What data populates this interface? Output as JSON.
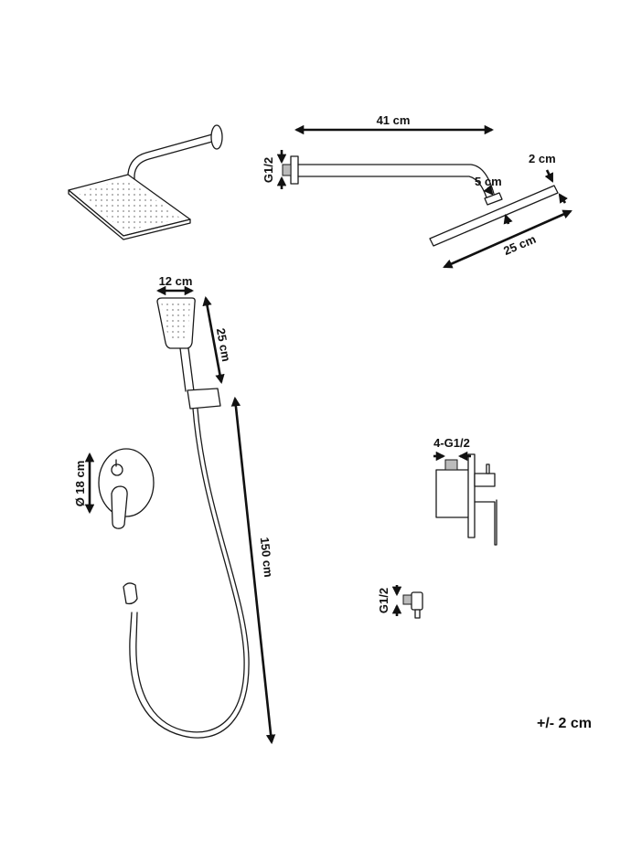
{
  "rain_shower": {
    "arm_length": "41 cm",
    "thread": "G1/2",
    "head_thickness": "2 cm",
    "arm_drop": "5 cm",
    "head_size": "25 cm"
  },
  "hand_shower": {
    "head_width": "12 cm",
    "length": "25 cm",
    "hose_length": "150 cm"
  },
  "valve": {
    "diameter": "Ø 18 cm",
    "connections": "4-G1/2"
  },
  "wall_outlet": {
    "thread": "G1/2"
  },
  "tolerance": "+/- 2 cm"
}
